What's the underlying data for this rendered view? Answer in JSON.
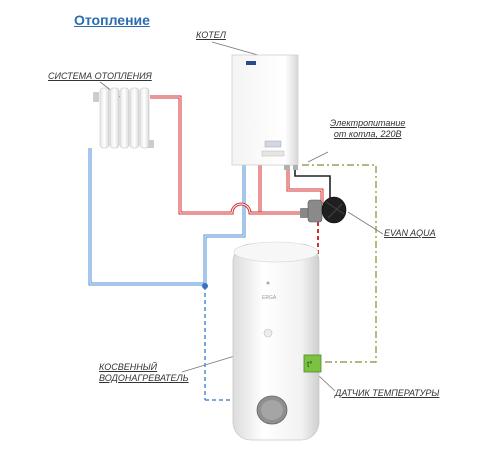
{
  "title": "Отопление",
  "labels": {
    "boiler": "КОТЕЛ",
    "heating_system": "СИСТЕМА ОТОПЛЕНИЯ",
    "power_line1": "Электропитание",
    "power_line2": "от котла, 220В",
    "pump": "EVAN AQUA",
    "water_heater_line1": "КОСВЕННЫЙ",
    "water_heater_line2": "ВОДОНАГРЕВАТЕЛЬ",
    "temp_sensor": "ДАТЧИК ТЕМПЕРАТУРЫ",
    "sensor_symbol": "t°"
  },
  "colors": {
    "supply_pipe": "#d32f2f",
    "return_pipe": "#4a8fd6",
    "control_wire": "#8a8a3a",
    "title": "#2b6cb0",
    "sensor": "#7cc242"
  }
}
